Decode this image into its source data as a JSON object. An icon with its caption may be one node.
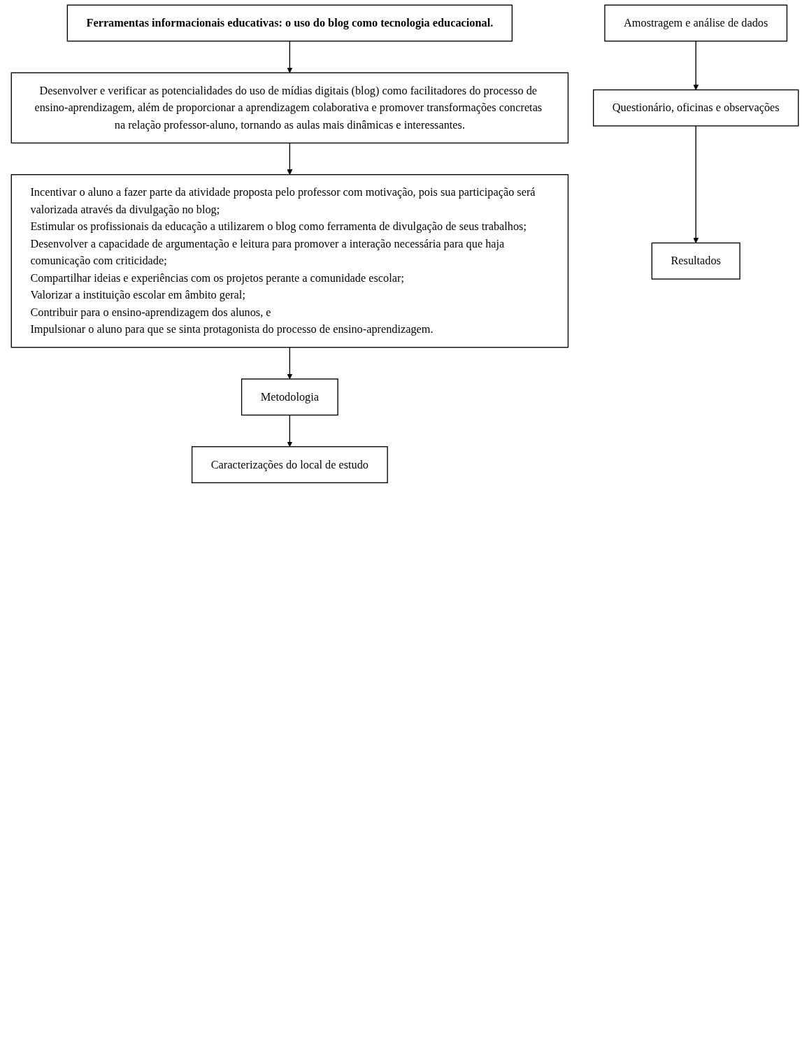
{
  "diagram": {
    "nodes": [
      {
        "text": [
          "Ferramentas informacionais educativas: o uso do blog como tecnologia educacional."
        ]
      },
      {
        "text": [
          "Desenvolver e verificar as potencialidades do uso de mídias digitais (blog) como facilitadores do processo de ensino-aprendizagem, além de proporcionar a aprendizagem colaborativa e promover transformações concretas na relação professor-aluno, tornando as aulas mais dinâmicas e interessantes."
        ]
      },
      {
        "text": [
          "Incentivar o aluno a fazer parte da atividade proposta pelo professor com motivação, pois sua participação será valorizada através da divulgação no blog;",
          "Estimular os profissionais da educação a utilizarem o blog como ferramenta de divulgação de seus trabalhos;",
          "Desenvolver a capacidade de argumentação e leitura para promover a interação necessária para que haja comunicação com criticidade;",
          "Compartilhar ideias e experiências com os projetos perante a comunidade escolar;",
          "Valorizar a instituição escolar em âmbito geral;",
          "Contribuir para o ensino-aprendizagem dos alunos, e",
          "Impulsionar o aluno para que se sinta protagonista do processo de ensino-aprendizagem."
        ]
      },
      {
        "text": [
          "Metodologia"
        ]
      },
      {
        "text": [
          "Caracterizações do local de estudo"
        ]
      },
      {
        "text": [
          "Amostragem e análise de dados"
        ]
      },
      {
        "text": [
          "Questionário, oficinas e observações"
        ]
      },
      {
        "text": [
          "Resultados"
        ]
      }
    ],
    "edges": [
      {
        "from": 0,
        "to": 1,
        "arrow": "to"
      },
      {
        "from": 1,
        "to": 2,
        "arrow": "to"
      },
      {
        "from": 2,
        "to": 3,
        "arrow": "to"
      },
      {
        "from": 3,
        "to": 4,
        "arrow": "to"
      },
      {
        "from": 5,
        "to": 6,
        "arrow": "to"
      },
      {
        "from": 6,
        "to": 7,
        "arrow": "to"
      }
    ]
  }
}
